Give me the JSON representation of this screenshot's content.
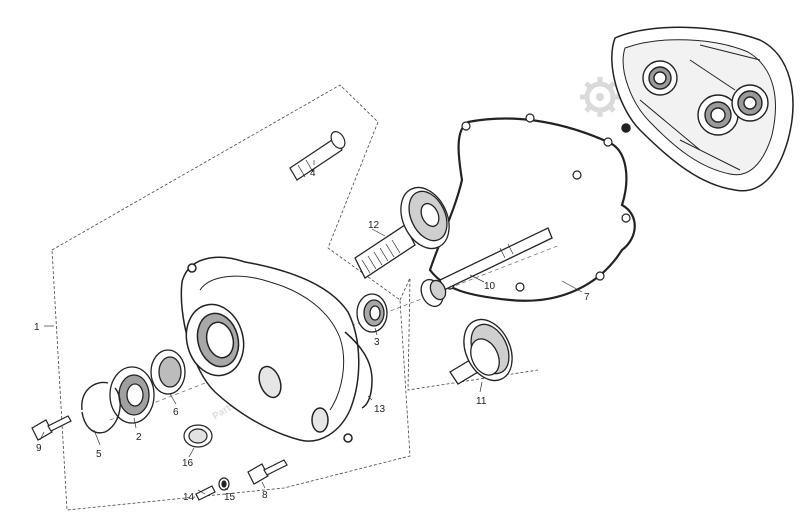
{
  "watermark": {
    "text": "PartsRepublik",
    "color": "#d6d6d6"
  },
  "part_numbers": {
    "p1": "1",
    "p2": "2",
    "p3": "3",
    "p4": "4",
    "p5": "5",
    "p6": "6",
    "p7": "7",
    "p8": "8",
    "p9": "9",
    "p10": "10",
    "p11": "11",
    "p12": "12",
    "p13": "13",
    "p14": "14",
    "p15": "15",
    "p16": "16"
  },
  "colors": {
    "line": "#222222",
    "fill": "#ffffff",
    "shade": "#bdbdbd"
  }
}
